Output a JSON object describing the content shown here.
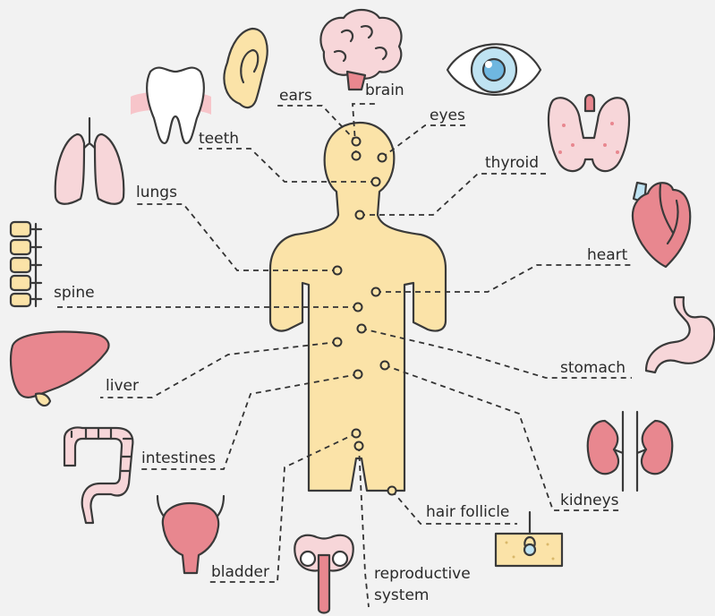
{
  "colors": {
    "background": "#f2f2f2",
    "body_fill": "#fbe3a8",
    "outline": "#3a3a3a",
    "organ_pink": "#e8878f",
    "organ_light": "#f7d6d9",
    "eye_blue": "#bfe3f2"
  },
  "labels": {
    "ears": "ears",
    "brain": "brain",
    "eyes": "eyes",
    "teeth": "teeth",
    "thyroid": "thyroid",
    "lungs": "lungs",
    "heart": "heart",
    "spine": "spine",
    "stomach": "stomach",
    "liver": "liver",
    "intestines": "intestines",
    "kidneys": "kidneys",
    "hair_follicle": "hair follicle",
    "bladder": "bladder",
    "reproductive_line1": "reproductive",
    "reproductive_line2": "system"
  },
  "icons": [
    "brain-icon",
    "ear-icon",
    "eye-icon",
    "tooth-icon",
    "thyroid-icon",
    "lungs-icon",
    "heart-icon",
    "spine-icon",
    "stomach-icon",
    "liver-icon",
    "intestines-icon",
    "kidneys-icon",
    "hair-follicle-icon",
    "bladder-icon",
    "reproductive-system-icon"
  ]
}
